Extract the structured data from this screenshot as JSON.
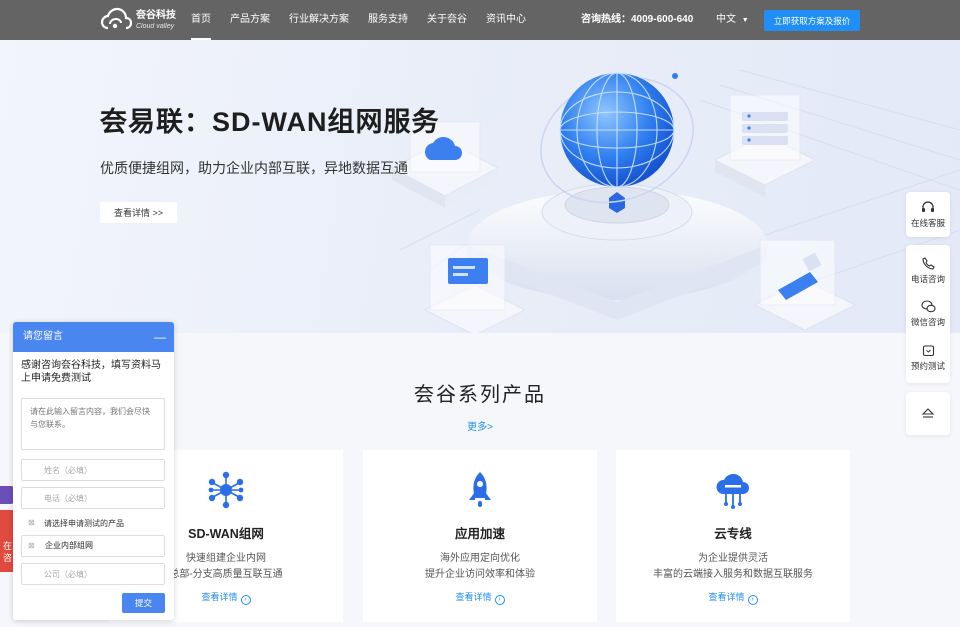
{
  "nav": {
    "logo_cn": "夽谷科技",
    "logo_en": "Cloud valley",
    "menu": [
      "首页",
      "产品方案",
      "行业解决方案",
      "服务支持",
      "关于夽谷",
      "资讯中心"
    ],
    "active_index": 0,
    "hotline": "咨询热线：4009-600-640",
    "language": "中文",
    "cta_label": "立即获取方案及报价"
  },
  "hero": {
    "title": "夽易联：SD-WAN组网服务",
    "subtitle": "优质便捷组网，助力企业内部互联，异地数据互通",
    "button": "查看详情 >>"
  },
  "products": {
    "title": "夽谷系列产品",
    "more": "更多>",
    "cards": [
      {
        "icon": "network-icon",
        "title": "SD-WAN组网",
        "desc1": "快速组建企业内网",
        "desc2": "总部-分支高质量互联互通",
        "link": "查看详情"
      },
      {
        "icon": "rocket-icon",
        "title": "应用加速",
        "desc1": "海外应用定向优化",
        "desc2": "提升企业访问效率和体验",
        "link": "查看详情"
      },
      {
        "icon": "cloud-line-icon",
        "title": "云专线",
        "desc1": "为企业提供灵活",
        "desc2": "丰富的云端接入服务和数据互联服务",
        "link": "查看详情"
      }
    ]
  },
  "sidebar": {
    "online": "在线客服",
    "phone": "电话咨询",
    "wechat": "微信咨询",
    "booking": "预约测试"
  },
  "form": {
    "header": "请您留言",
    "minimize": "—",
    "intro": "感谢咨询夽谷科技，填写资料马上申请免费测试",
    "message_placeholder": "请在此输入留言内容，我们会尽快与您联系。",
    "name_placeholder": "姓名（必填）",
    "phone_placeholder": "电话（必填）",
    "product_label": "请选择申请测试的产品",
    "product_value": "企业内部组网",
    "company_placeholder": "公司（必填）",
    "submit": "提交"
  },
  "left_tab": {
    "text": "在 咨"
  },
  "colors": {
    "nav_bg": "#646464",
    "accent": "#1f8ff5",
    "form_header": "#4a86f0"
  }
}
